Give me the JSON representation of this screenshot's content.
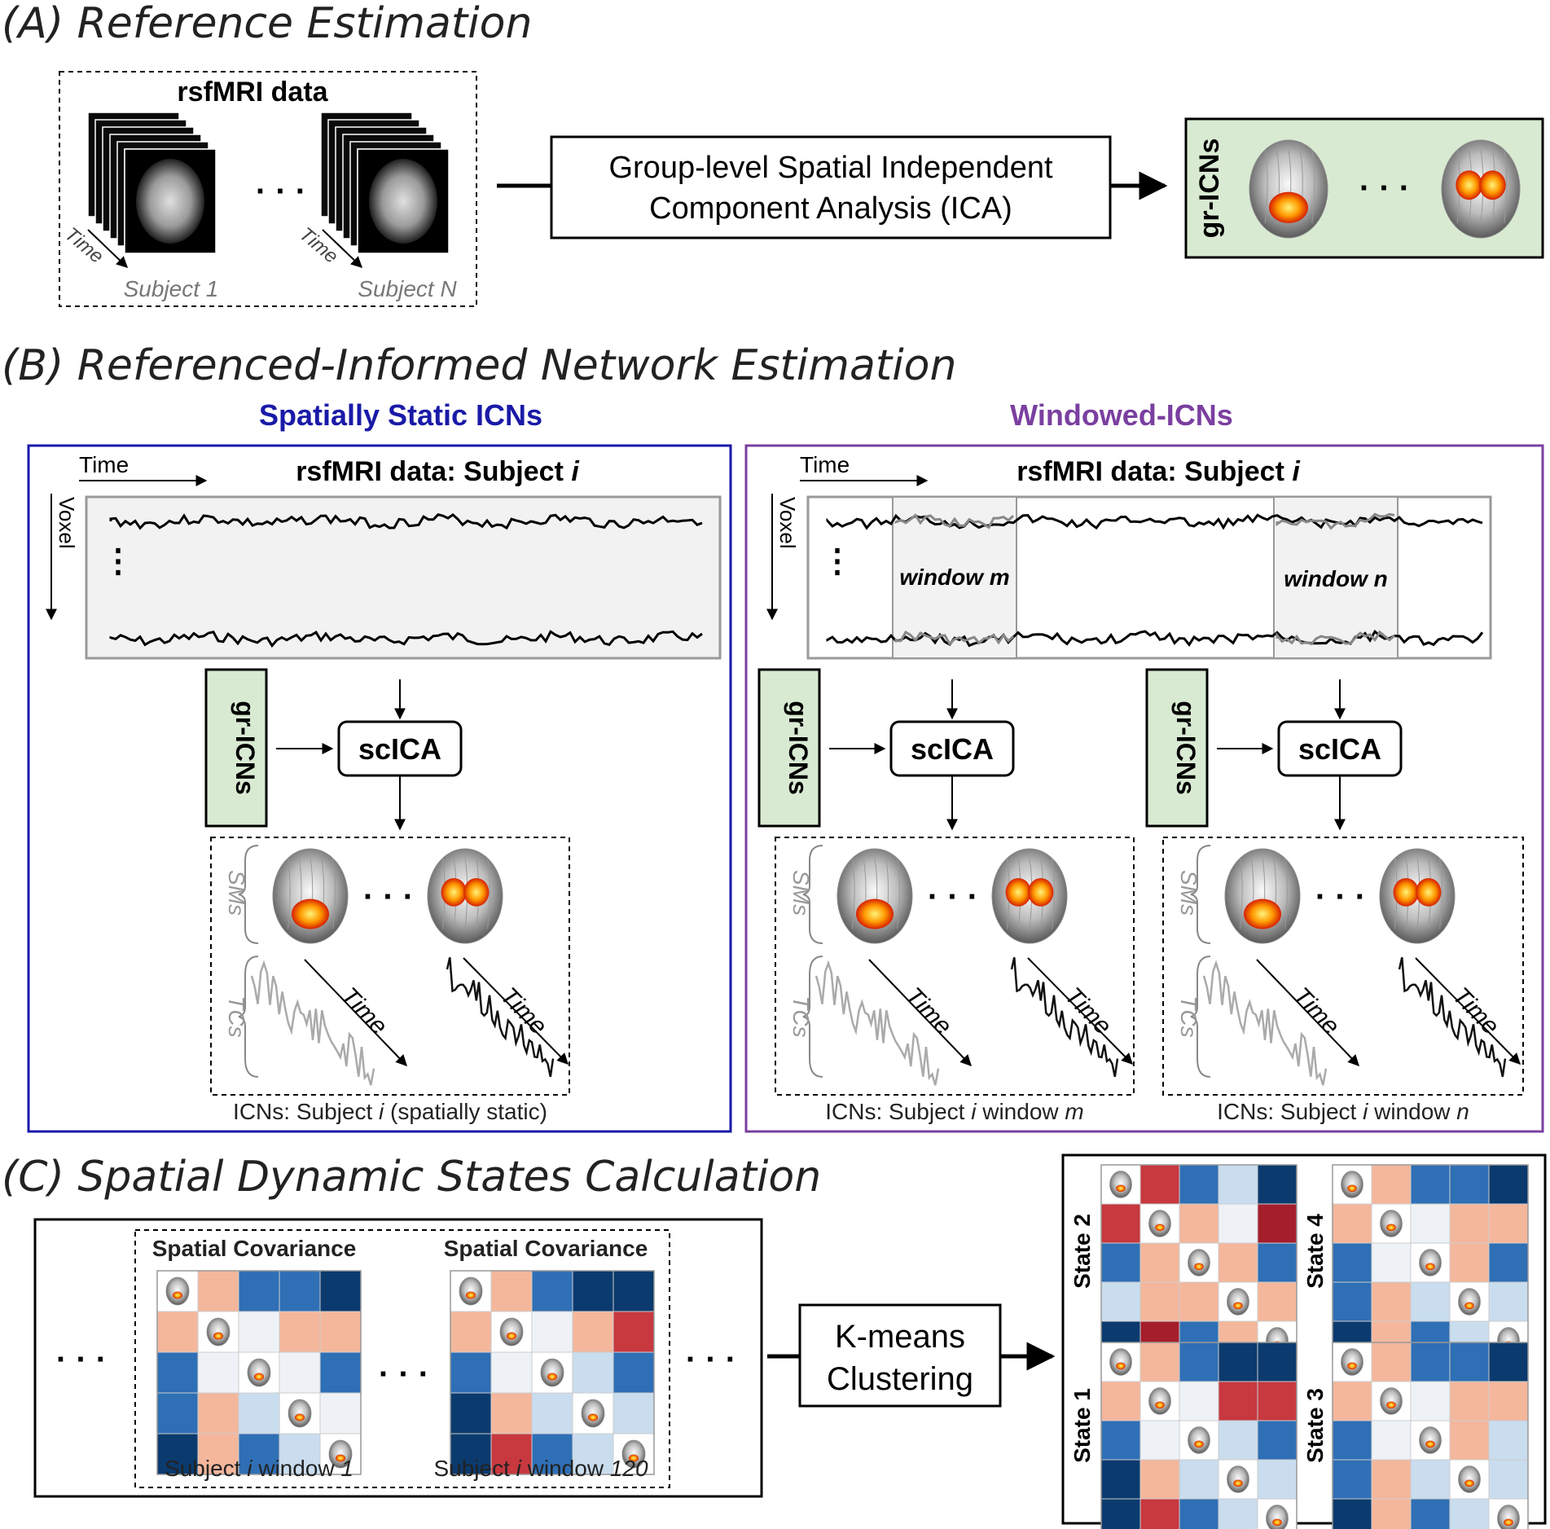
{
  "sections": {
    "a": "(A) Reference Estimation",
    "b": "(B) Referenced-Informed Network Estimation",
    "c": "(C) Spatial Dynamic States Calculation"
  },
  "panel_a": {
    "data_title": "rsfMRI data",
    "time_label": "Time",
    "subject_first": "Subject 1",
    "subject_last": "Subject N",
    "ica_line1": "Group-level Spatial Independent",
    "ica_line2": "Component Analysis (ICA)",
    "gr_label": "gr-ICNs",
    "ellipsis": "· · ·"
  },
  "panel_b": {
    "left_title": "Spatially Static ICNs",
    "right_title": "Windowed-ICNs",
    "left_title_color": "#1a1aa8",
    "right_title_color": "#7a3fa0",
    "time_label": "Time",
    "voxel_label": "Voxel",
    "data_title_prefix": "rsfMRI data: Subject ",
    "data_title_var": "i",
    "window_m": "window m",
    "window_n": "window n",
    "gr_label": "gr-ICNs",
    "scica": "scICA",
    "sms": "SMs",
    "tcs": "TCs",
    "cap_static_prefix": "ICNs: Subject ",
    "cap_static_var": "i",
    "cap_static_suffix": " (spatially static)",
    "cap_m_prefix": "ICNs: Subject ",
    "cap_m_var": "i",
    "cap_m_mid": " window ",
    "cap_m_end": "m",
    "cap_n_prefix": "ICNs: Subject ",
    "cap_n_var": "i",
    "cap_n_mid": " window ",
    "cap_n_end": "n"
  },
  "panel_c": {
    "cov_title": "Spatial Covariance",
    "mat1_caption_prefix": "Subject ",
    "mat1_caption_var": "i",
    "mat1_caption_mid": " window ",
    "mat1_caption_num": "1",
    "mat2_caption_prefix": "Subject ",
    "mat2_caption_var": "i",
    "mat2_caption_mid": " window ",
    "mat2_caption_num": "120",
    "kmeans_line1": "K-means",
    "kmeans_line2": "Clustering",
    "state1": "State 1",
    "state2": "State 2",
    "state3": "State 3",
    "state4": "State 4"
  },
  "colors": {
    "green_fill": "#d9ead3",
    "dark_blue": "#0b3a6e",
    "mid_blue": "#2f6fb5",
    "light_blue": "#c9ddef",
    "pale": "#eef2f7",
    "salmon": "#f4b79c",
    "red": "#c8383f",
    "dark_red": "#a41e2c"
  }
}
